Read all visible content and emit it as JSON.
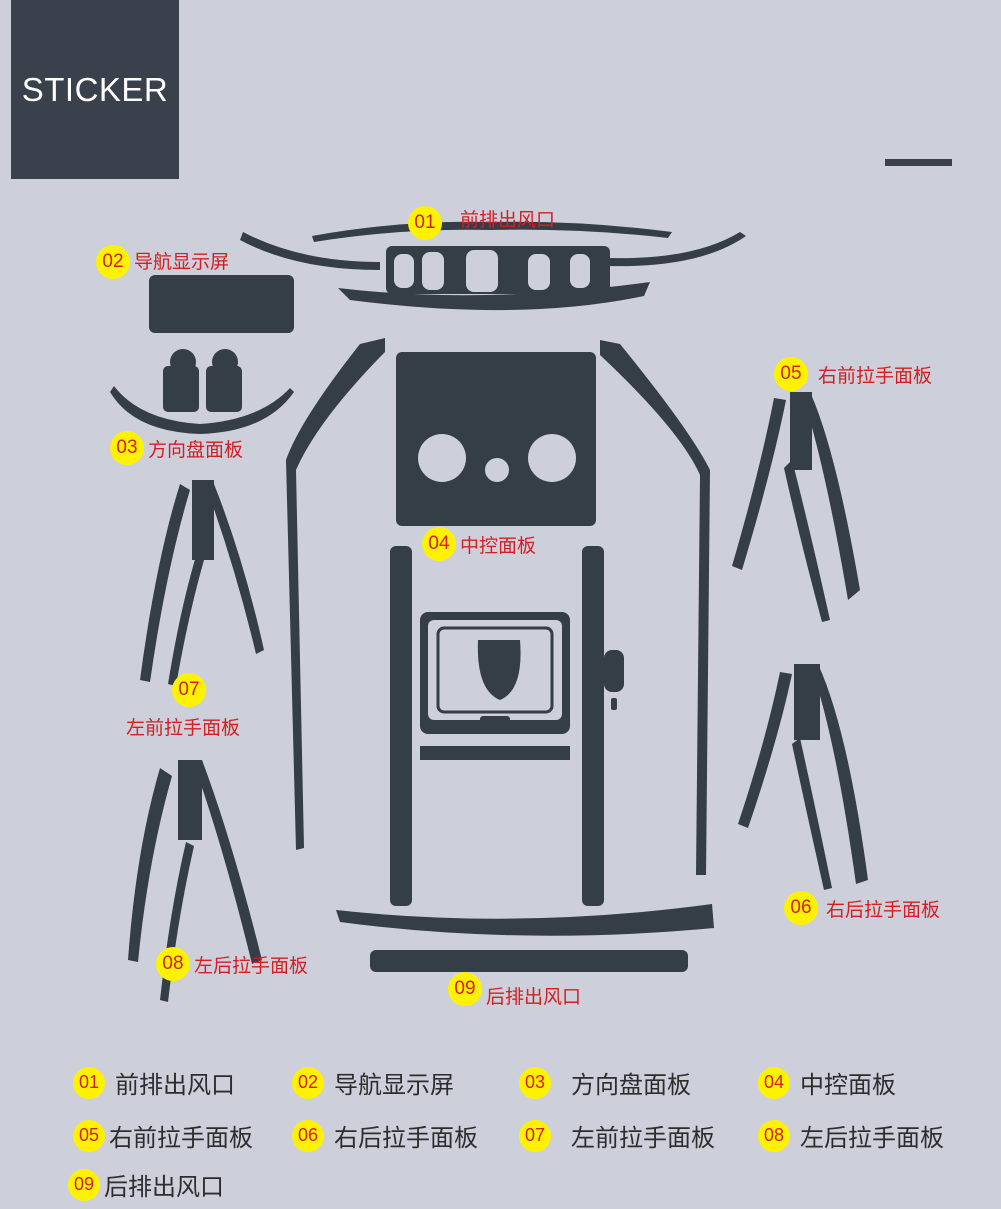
{
  "header": {
    "title": "STICKER"
  },
  "colors": {
    "badge_fill": "#fff200",
    "badge_text": "#d31e23",
    "part_fill": "#353d47",
    "background": "#cdd0da"
  },
  "callouts": [
    {
      "num": "01",
      "label": "前排出风口"
    },
    {
      "num": "02",
      "label": "导航显示屏"
    },
    {
      "num": "03",
      "label": "方向盘面板"
    },
    {
      "num": "04",
      "label": "中控面板"
    },
    {
      "num": "05",
      "label": "右前拉手面板"
    },
    {
      "num": "06",
      "label": "右后拉手面板"
    },
    {
      "num": "07",
      "label": "左前拉手面板"
    },
    {
      "num": "08",
      "label": "左后拉手面板"
    },
    {
      "num": "09",
      "label": "后排出风口"
    }
  ],
  "legend": [
    {
      "num": "01",
      "label": "前排出风口"
    },
    {
      "num": "02",
      "label": "导航显示屏"
    },
    {
      "num": "03",
      "label": "方向盘面板"
    },
    {
      "num": "04",
      "label": "中控面板"
    },
    {
      "num": "05",
      "label": "右前拉手面板"
    },
    {
      "num": "06",
      "label": "右后拉手面板"
    },
    {
      "num": "07",
      "label": "左前拉手面板"
    },
    {
      "num": "08",
      "label": "左后拉手面板"
    },
    {
      "num": "09",
      "label": "后排出风口"
    }
  ]
}
